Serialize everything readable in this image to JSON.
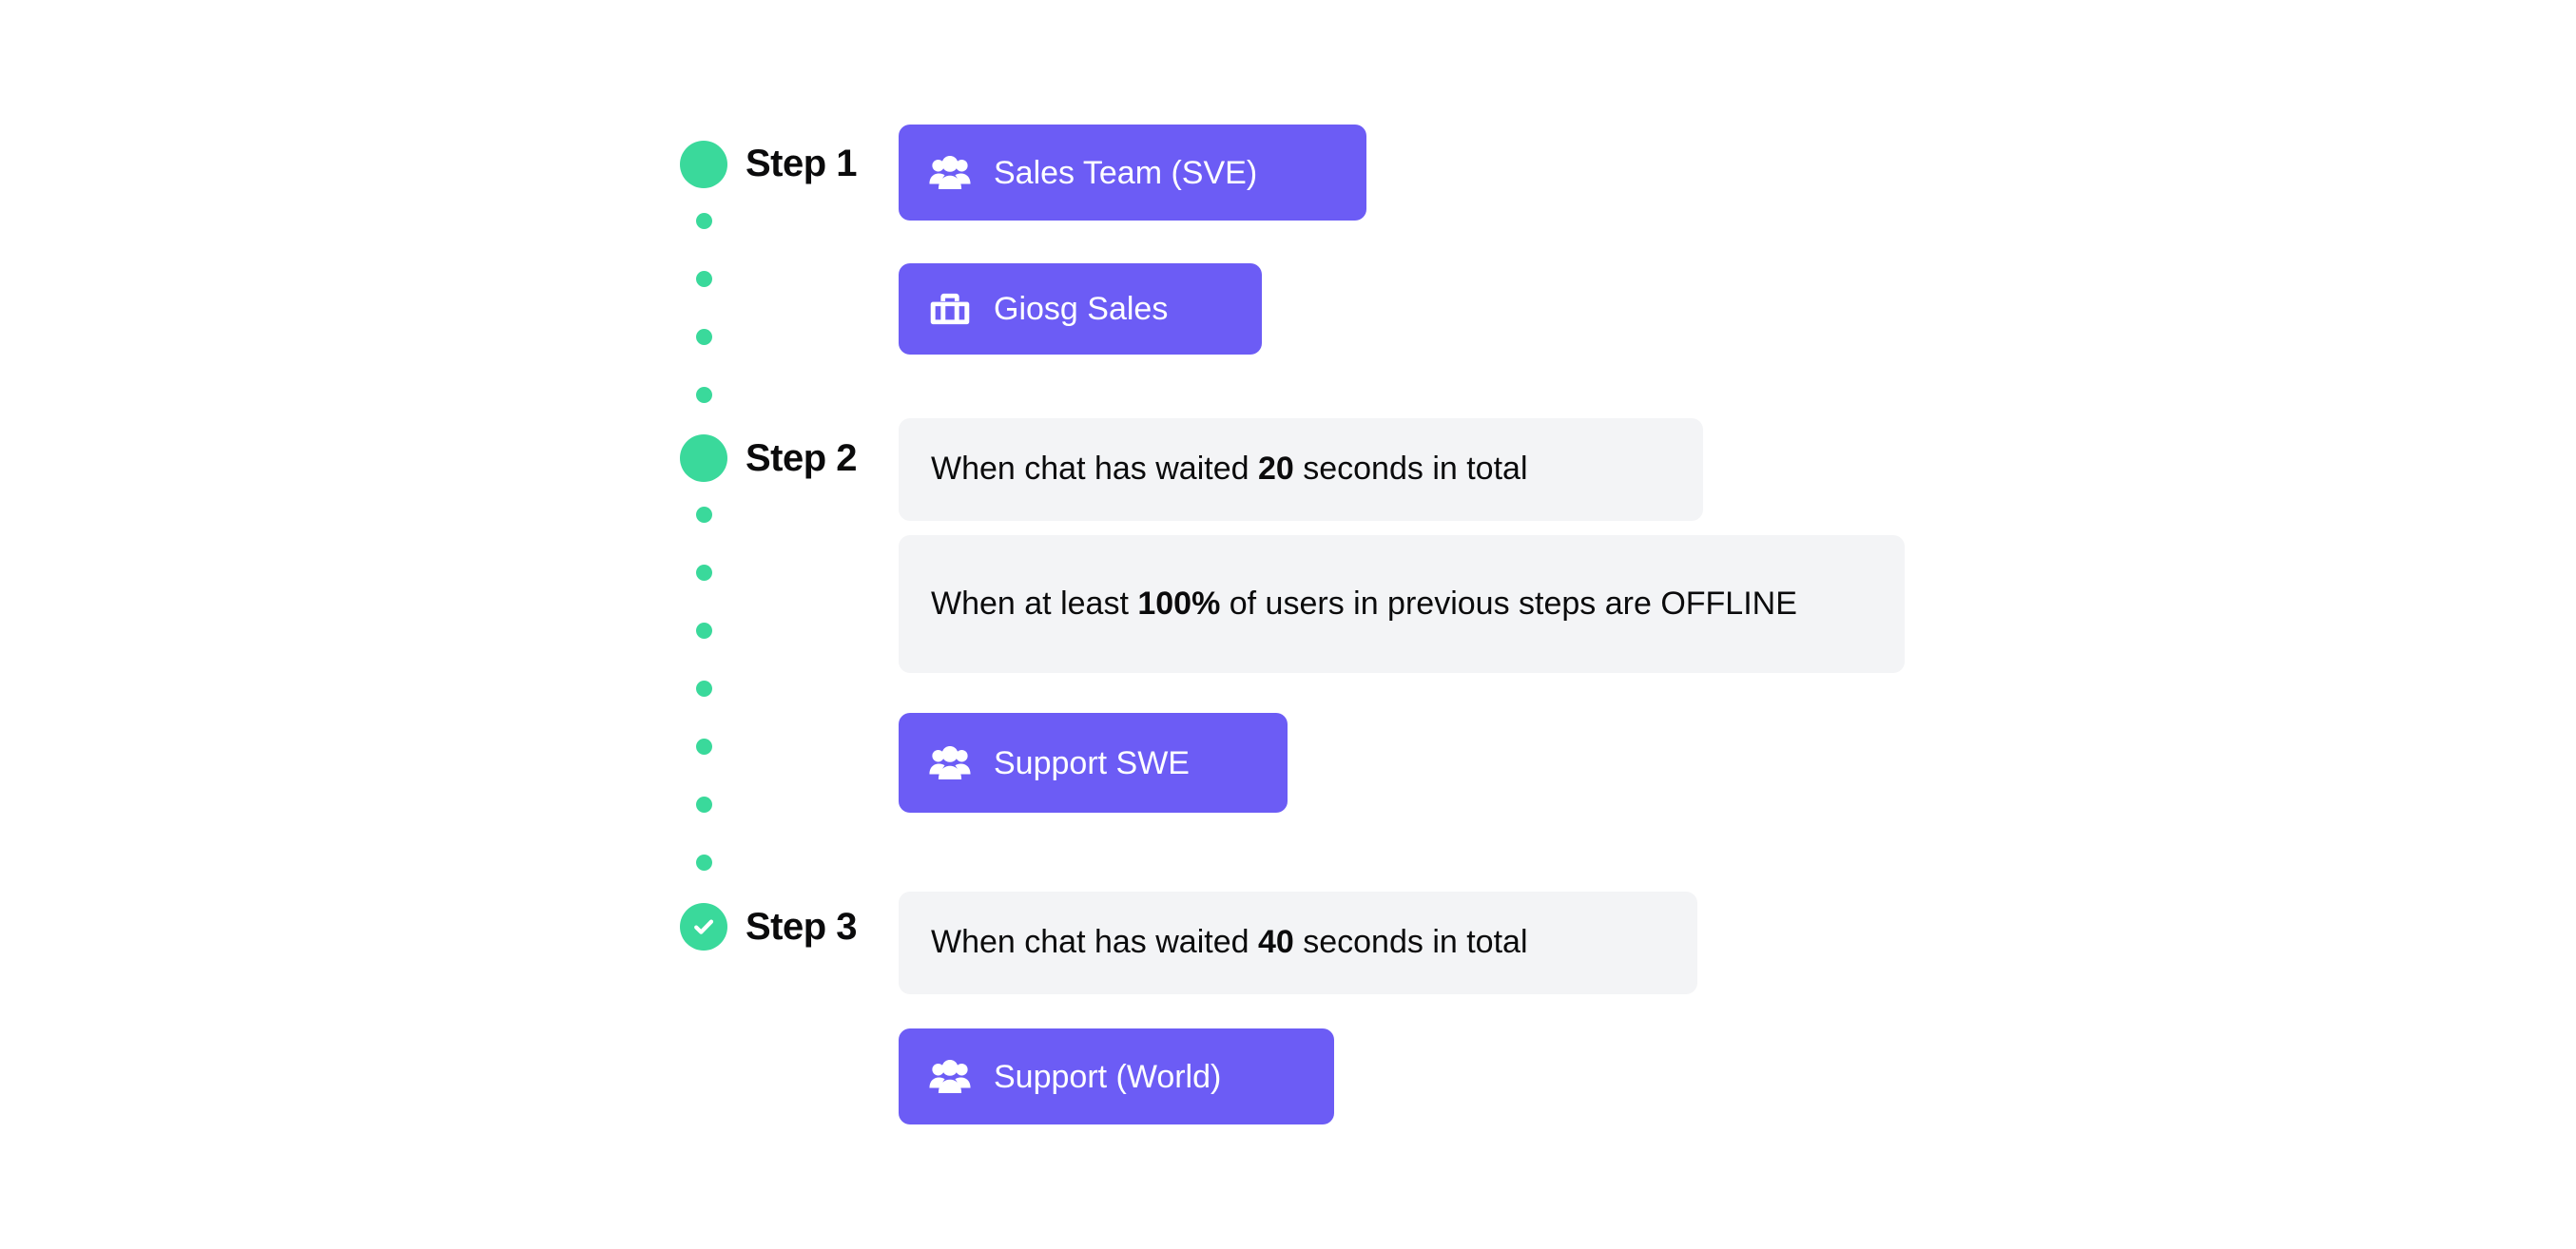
{
  "theme": {
    "accent_green": "#3ad99b",
    "chip_purple": "#6c5cf5",
    "condition_gray": "#f3f4f6",
    "text_black": "#0b0b0c",
    "text_white": "#ffffff",
    "page_background": "#ffffff"
  },
  "timeline": {
    "steps": [
      {
        "id": "step-1",
        "label": "Step 1",
        "marker_icon": "circle-filled-icon",
        "completed": false,
        "connector_dots": 4,
        "items": [
          {
            "kind": "target-chip",
            "icon": "users-group-icon",
            "label": "Sales Team (SVE)"
          },
          {
            "kind": "target-chip",
            "icon": "toolbox-icon",
            "label": "Giosg Sales"
          }
        ]
      },
      {
        "id": "step-2",
        "label": "Step 2",
        "marker_icon": "circle-filled-icon",
        "completed": false,
        "connector_dots": 7,
        "items": [
          {
            "kind": "condition",
            "text_parts": [
              {
                "text": "When chat has waited ",
                "bold": false
              },
              {
                "text": "20",
                "bold": true
              },
              {
                "text": " seconds in total",
                "bold": false
              }
            ],
            "plain_text": "When chat has waited 20 seconds in total"
          },
          {
            "kind": "condition",
            "text_parts": [
              {
                "text": "When at least ",
                "bold": false
              },
              {
                "text": "100%",
                "bold": true
              },
              {
                "text": " of users in previous steps are OFFLINE",
                "bold": false
              }
            ],
            "plain_text": "When at least 100% of users in previous steps are OFFLINE"
          },
          {
            "kind": "target-chip",
            "icon": "users-group-icon",
            "label": "Support SWE"
          }
        ]
      },
      {
        "id": "step-3",
        "label": "Step 3",
        "marker_icon": "check-circle-icon",
        "completed": true,
        "connector_dots": 0,
        "items": [
          {
            "kind": "condition",
            "text_parts": [
              {
                "text": "When chat has waited ",
                "bold": false
              },
              {
                "text": "40",
                "bold": true
              },
              {
                "text": " seconds in total",
                "bold": false
              }
            ],
            "plain_text": "When chat has waited 40 seconds in total"
          },
          {
            "kind": "target-chip",
            "icon": "users-group-icon",
            "label": "Support (World)"
          }
        ]
      }
    ]
  },
  "labels": {
    "step_1": "Step 1",
    "step_2": "Step 2",
    "step_3": "Step 3",
    "chip_sales_team": "Sales Team (SVE)",
    "chip_giosg_sales": "Giosg Sales",
    "chip_support_swe": "Support SWE",
    "chip_support_world": "Support (World)",
    "condition_wait_20": "When chat has waited 20 seconds in total",
    "condition_offline_100": "When at least 100% of users in previous steps are OFFLINE",
    "condition_wait_40": "When chat has waited 40 seconds in total"
  },
  "condition_fragments": {
    "wait_prefix": "When chat has waited ",
    "wait_20_value": "20",
    "wait_40_value": "40",
    "wait_suffix": " seconds in total",
    "offline_prefix": "When at least ",
    "offline_value": "100%",
    "offline_suffix": " of users in previous steps are OFFLINE"
  }
}
